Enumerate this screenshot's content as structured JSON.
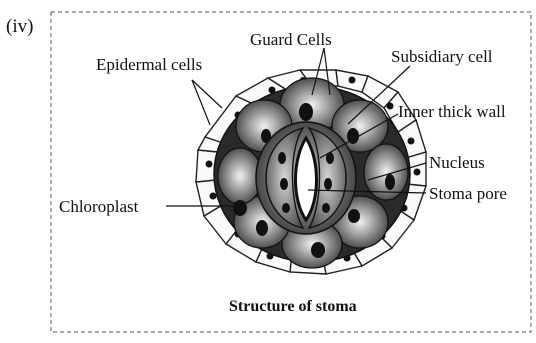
{
  "figure": {
    "number_label": "(iv)",
    "caption": "Structure of stoma"
  },
  "labels": {
    "guard_cells": "Guard Cells",
    "epidermal_cells": "Epidermal cells",
    "subsidiary_cell": "Subsidiary cell",
    "inner_thick_wall": "Inner thick wall",
    "nucleus": "Nucleus",
    "chloroplast": "Chloroplast",
    "stoma_pore": "Stoma pore"
  }
}
